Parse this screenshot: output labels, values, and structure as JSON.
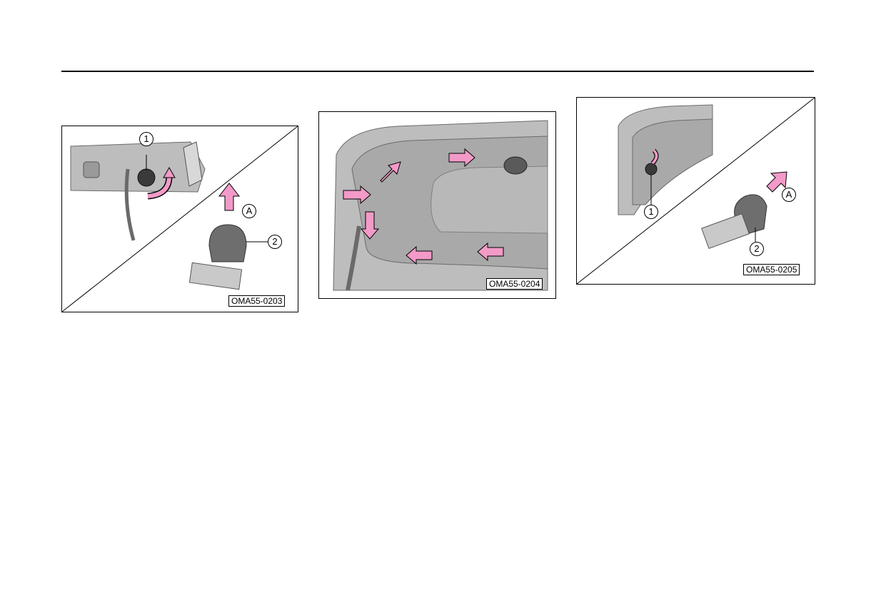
{
  "figures": [
    {
      "code": "OMA55-0203",
      "callouts": {
        "one": "1",
        "two": "2",
        "dir": "A"
      },
      "icon": "socket-turn-remove-bulb"
    },
    {
      "code": "OMA55-0204",
      "icon": "trunk-lid-trim-clip-points"
    },
    {
      "code": "OMA55-0205",
      "callouts": {
        "one": "1",
        "two": "2",
        "dir": "A"
      },
      "icon": "socket-turn-remove-bulb"
    }
  ],
  "colors": {
    "arrow": "#f29ac8",
    "metal": "#c9c9c9",
    "bulb": "#6e6e6e",
    "rule": "#000000"
  }
}
